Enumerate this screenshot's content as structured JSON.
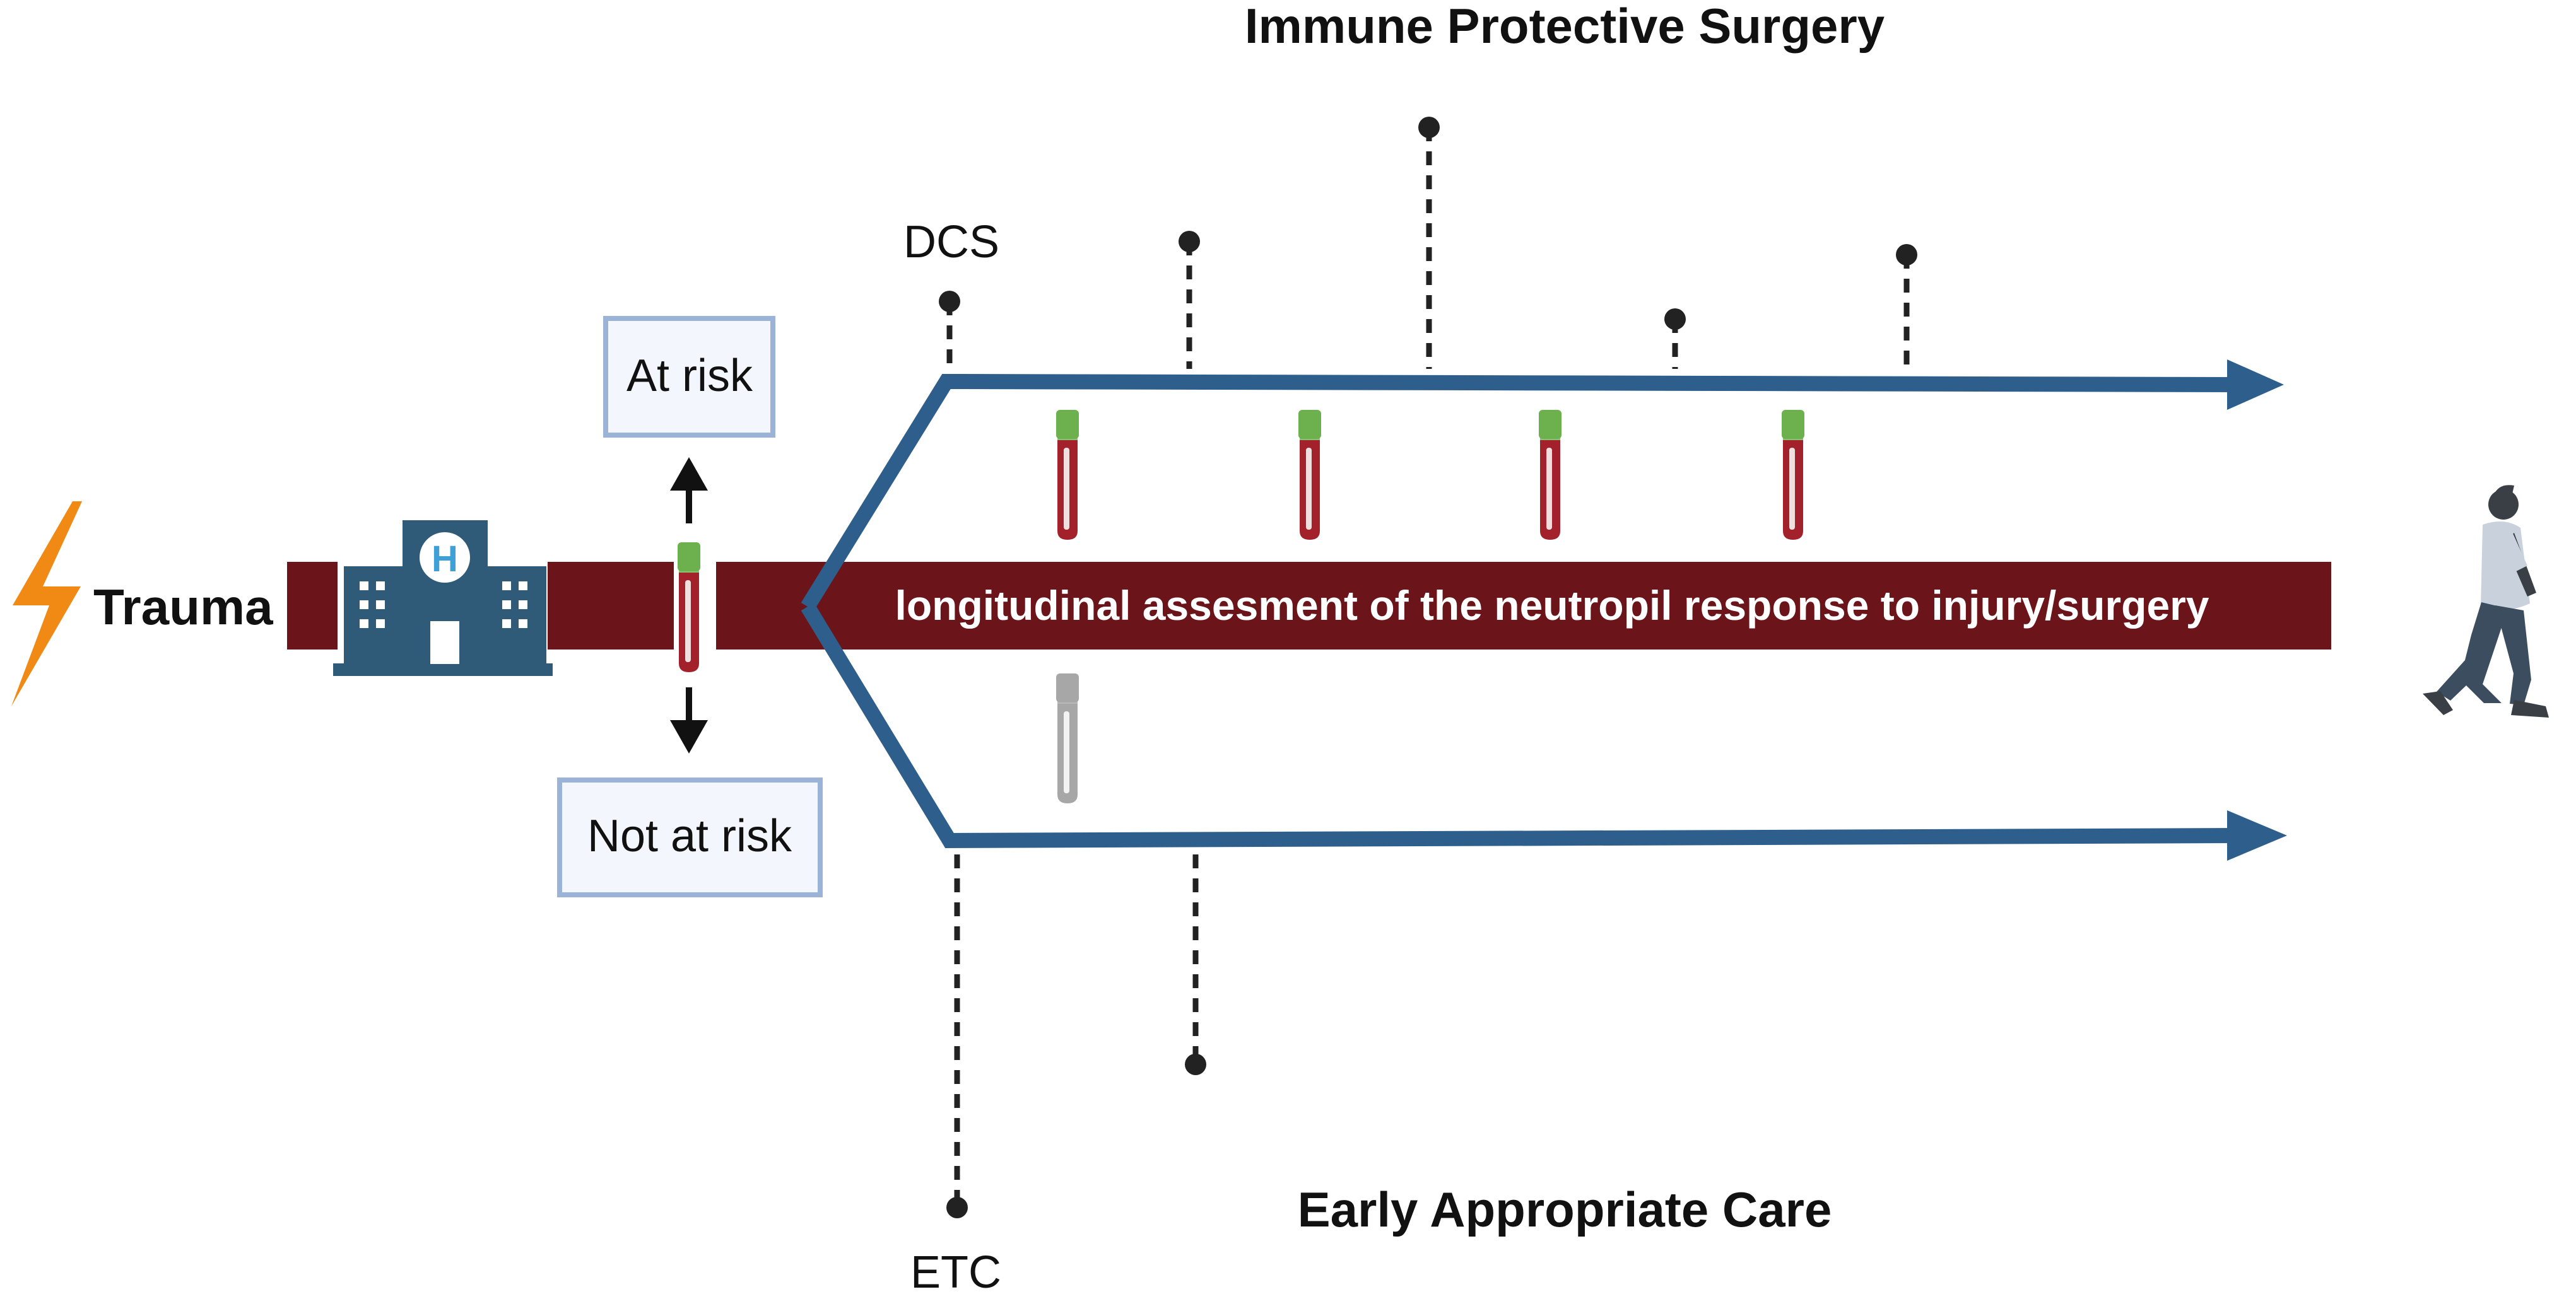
{
  "title_top": "Immune Protective Surgery",
  "title_bottom": "Early Appropriate Care",
  "start_label": "Trauma",
  "bar_text": "longitudinal assesment of the neutropil response to injury/surgery",
  "risk_box_top": "At risk",
  "risk_box_bottom": "Not at risk",
  "branch_top_label": "DCS",
  "branch_bottom_label": "ETC",
  "colors": {
    "bar": "#6b151b",
    "arrow": "#2e5f8c",
    "box_border": "#9cb3d8",
    "box_fill": "#f3f6fc",
    "lightning": "#f08a14",
    "hospital": "#2f5b78",
    "hospital_accent": "#3fa0d8",
    "tube_cap": "#6db14f",
    "tube_blood": "#a3212b",
    "tube_grey": "#a7a7a7",
    "pin": "#222222",
    "person_shirt": "#c9d2dc",
    "person_pants": "#3b4d5e",
    "person_skin": "#3a3f45"
  },
  "icons": [
    "lightning-icon",
    "hospital-icon",
    "blood-tube-icon",
    "grey-tube-icon",
    "walking-person-icon",
    "arrow-up-icon",
    "arrow-down-icon"
  ]
}
